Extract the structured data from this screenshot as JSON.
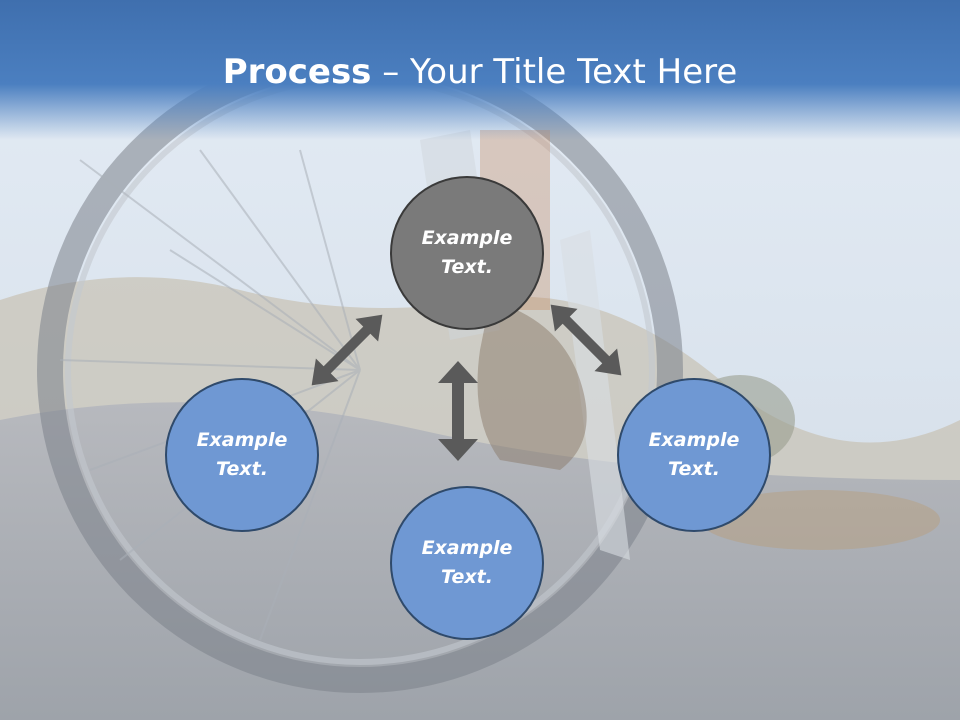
{
  "slide": {
    "title_bold": "Process",
    "title_rest": " – Your Title Text Here"
  },
  "nodes": {
    "center": "Example Text.",
    "left": "Example Text.",
    "right": "Example Text.",
    "bottom": "Example Text."
  },
  "colors": {
    "header_blue": "#4b7fc0",
    "node_blue": "#6f98d3",
    "node_gray": "#7a7a7a",
    "arrow_gray": "#5a5a5a"
  },
  "icons": [
    "double-arrow-icon"
  ]
}
